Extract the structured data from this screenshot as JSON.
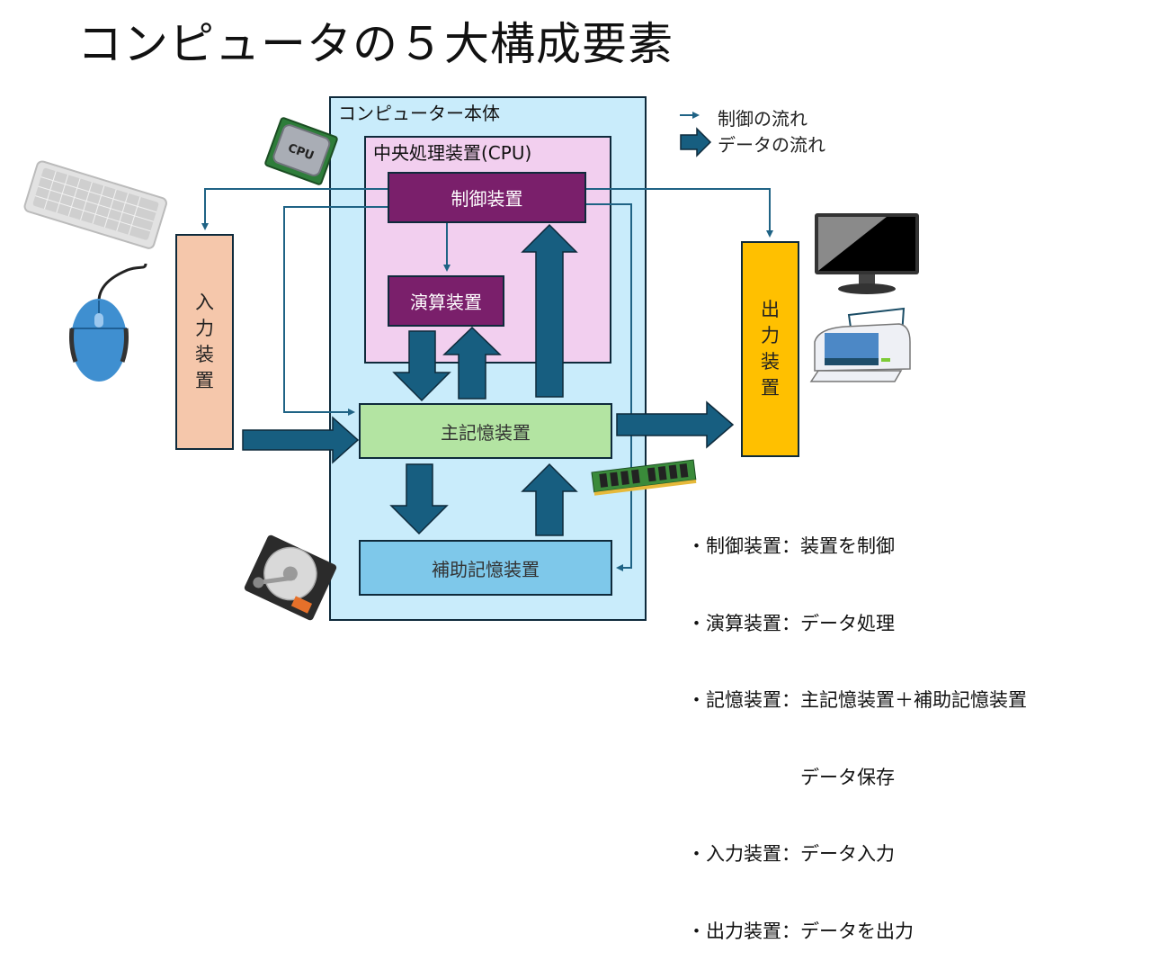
{
  "title": "コンピュータの５大構成要素",
  "computer_body": {
    "label": "コンピューター本体"
  },
  "cpu": {
    "label": "中央処理装置(CPU)"
  },
  "units": {
    "control": "制御装置",
    "alu": "演算装置",
    "main_memory": "主記憶装置",
    "aux_memory": "補助記憶装置",
    "input": [
      "入",
      "力",
      "装",
      "置"
    ],
    "output": [
      "出",
      "力",
      "装",
      "置"
    ]
  },
  "legend": {
    "control_flow": "制御の流れ",
    "data_flow": "データの流れ"
  },
  "descriptions": [
    "・制御装置：装置を制御",
    "・演算装置：データ処理",
    "・記憶装置：主記憶装置＋補助記憶装置",
    "　　　　　　データ保存",
    "・入力装置：データ入力",
    "・出力装置：データを出力"
  ],
  "illustrations": [
    "keyboard",
    "mouse",
    "cpu-chip",
    "monitor",
    "printer",
    "memory-module",
    "hard-disk"
  ],
  "colors": {
    "body_bg": "#c9ecfb",
    "cpu_bg": "#f2cfef",
    "unit_purple": "#7a1f6b",
    "main_memory": "#b3e4a2",
    "aux_memory": "#7ec8ea",
    "input": "#f5c7ab",
    "output": "#ffc000",
    "arrow": "#175e80",
    "line": "#1f6385"
  }
}
